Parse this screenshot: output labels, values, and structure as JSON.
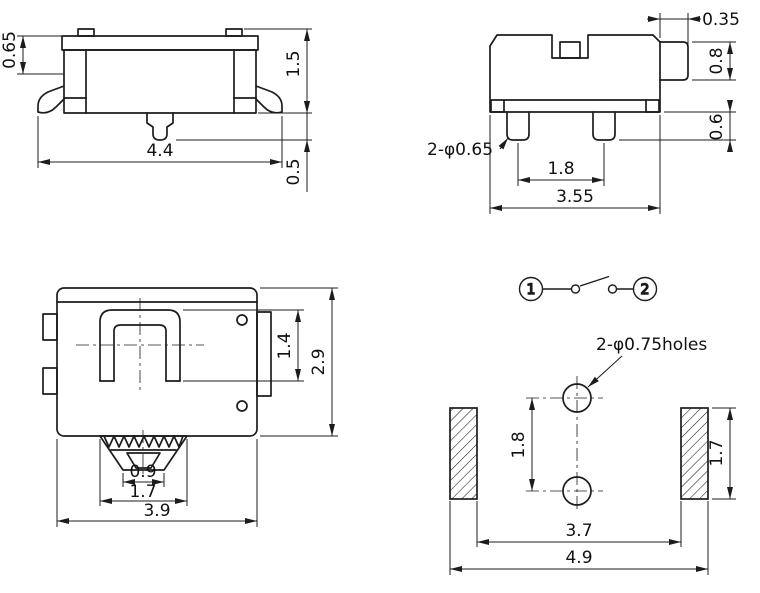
{
  "front_view": {
    "dim_cover": "0.65",
    "dim_height": "1.5",
    "dim_width": "4.4",
    "dim_stem": "0.5"
  },
  "side_view": {
    "dim_tip": "0.35",
    "dim_actuator": "0.8",
    "dim_pin": "0.6",
    "pin_note": "2-φ0.65",
    "dim_pitch": "1.8",
    "dim_width": "3.55"
  },
  "top_view": {
    "dim_spring": "1.4",
    "dim_depth": "2.9",
    "dim_tip": "0.9",
    "dim_stem": "1.7",
    "dim_width": "3.9"
  },
  "circuit": {
    "terminal_1": "1",
    "terminal_2": "2"
  },
  "land_pattern": {
    "hole_note": "2-φ0.75holes",
    "dim_pitch": "1.8",
    "dim_pad_height": "1.7",
    "dim_span_inner": "3.7",
    "dim_span_outer": "4.9"
  }
}
